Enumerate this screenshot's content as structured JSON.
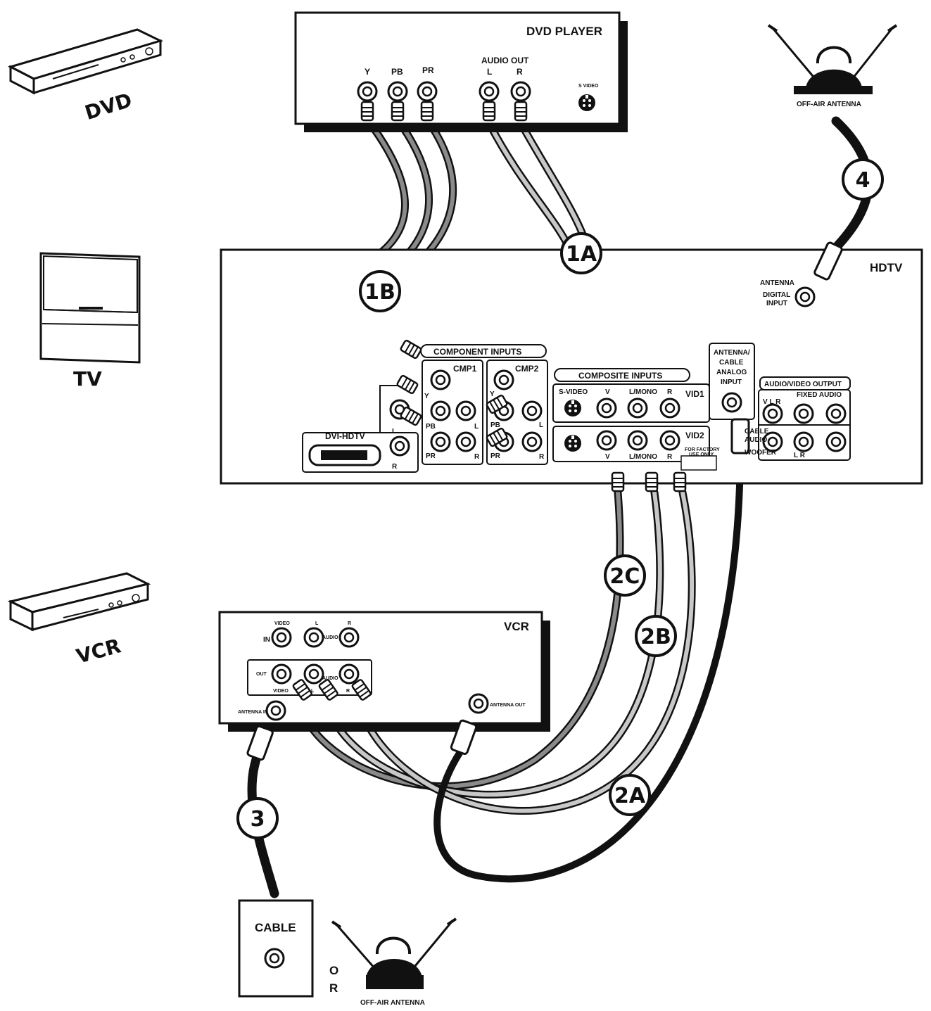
{
  "icons": {
    "dvd": "DVD",
    "tv": "TV",
    "vcr": "VCR"
  },
  "dvd_player": {
    "title": "DVD PLAYER",
    "y": "Y",
    "pb": "PB",
    "pr": "PR",
    "audio_out": "AUDIO OUT",
    "l": "L",
    "r": "R",
    "svideo": "S VIDEO"
  },
  "antenna_top": {
    "label": "OFF-AIR ANTENNA"
  },
  "hdtv": {
    "title": "HDTV",
    "antenna": "ANTENNA",
    "digital": "DIGITAL",
    "input": "INPUT",
    "component_inputs": "COMPONENT INPUTS",
    "cmp1": "CMP1",
    "cmp2": "CMP2",
    "dvi": "DVI-HDTV",
    "composite_inputs": "COMPOSITE INPUTS",
    "svideo": "S-VIDEO",
    "v": "V",
    "lmono": "L/MONO",
    "r": "R",
    "l": "L",
    "y": "Y",
    "pb": "PB",
    "pr": "PR",
    "vid1": "VID1",
    "vid2": "VID2",
    "factory_1": "FOR FACTORY",
    "factory_2": "USE ONLY",
    "ant_cable_1": "ANTENNA/",
    "ant_cable_2": "CABLE",
    "ant_cable_3": "ANALOG",
    "ant_cable_4": "INPUT",
    "av_output": "AUDIO/VIDEO OUTPUT",
    "fixed_audio": "FIXED AUDIO",
    "cable": "CABLE",
    "audio": "AUDIO",
    "woofer": "WOOFER",
    "v_l_r": "V  L  R",
    "l_r": "L  R"
  },
  "vcr": {
    "title": "VCR",
    "video": "VIDEO",
    "in": "IN",
    "l": "L",
    "r": "R",
    "audio": "AUDIO",
    "out": "OUT",
    "antenna_in": "ANTENNA IN",
    "antenna_out": "ANTENNA OUT"
  },
  "cable_box": {
    "label": "CABLE"
  },
  "or_text": {
    "o": "O",
    "r": "R"
  },
  "antenna_bottom": {
    "label": "OFF-AIR ANTENNA"
  },
  "badges": {
    "b1a": "1A",
    "b1b": "1B",
    "b2a": "2A",
    "b2b": "2B",
    "b2c": "2C",
    "b3": "3",
    "b4": "4"
  }
}
